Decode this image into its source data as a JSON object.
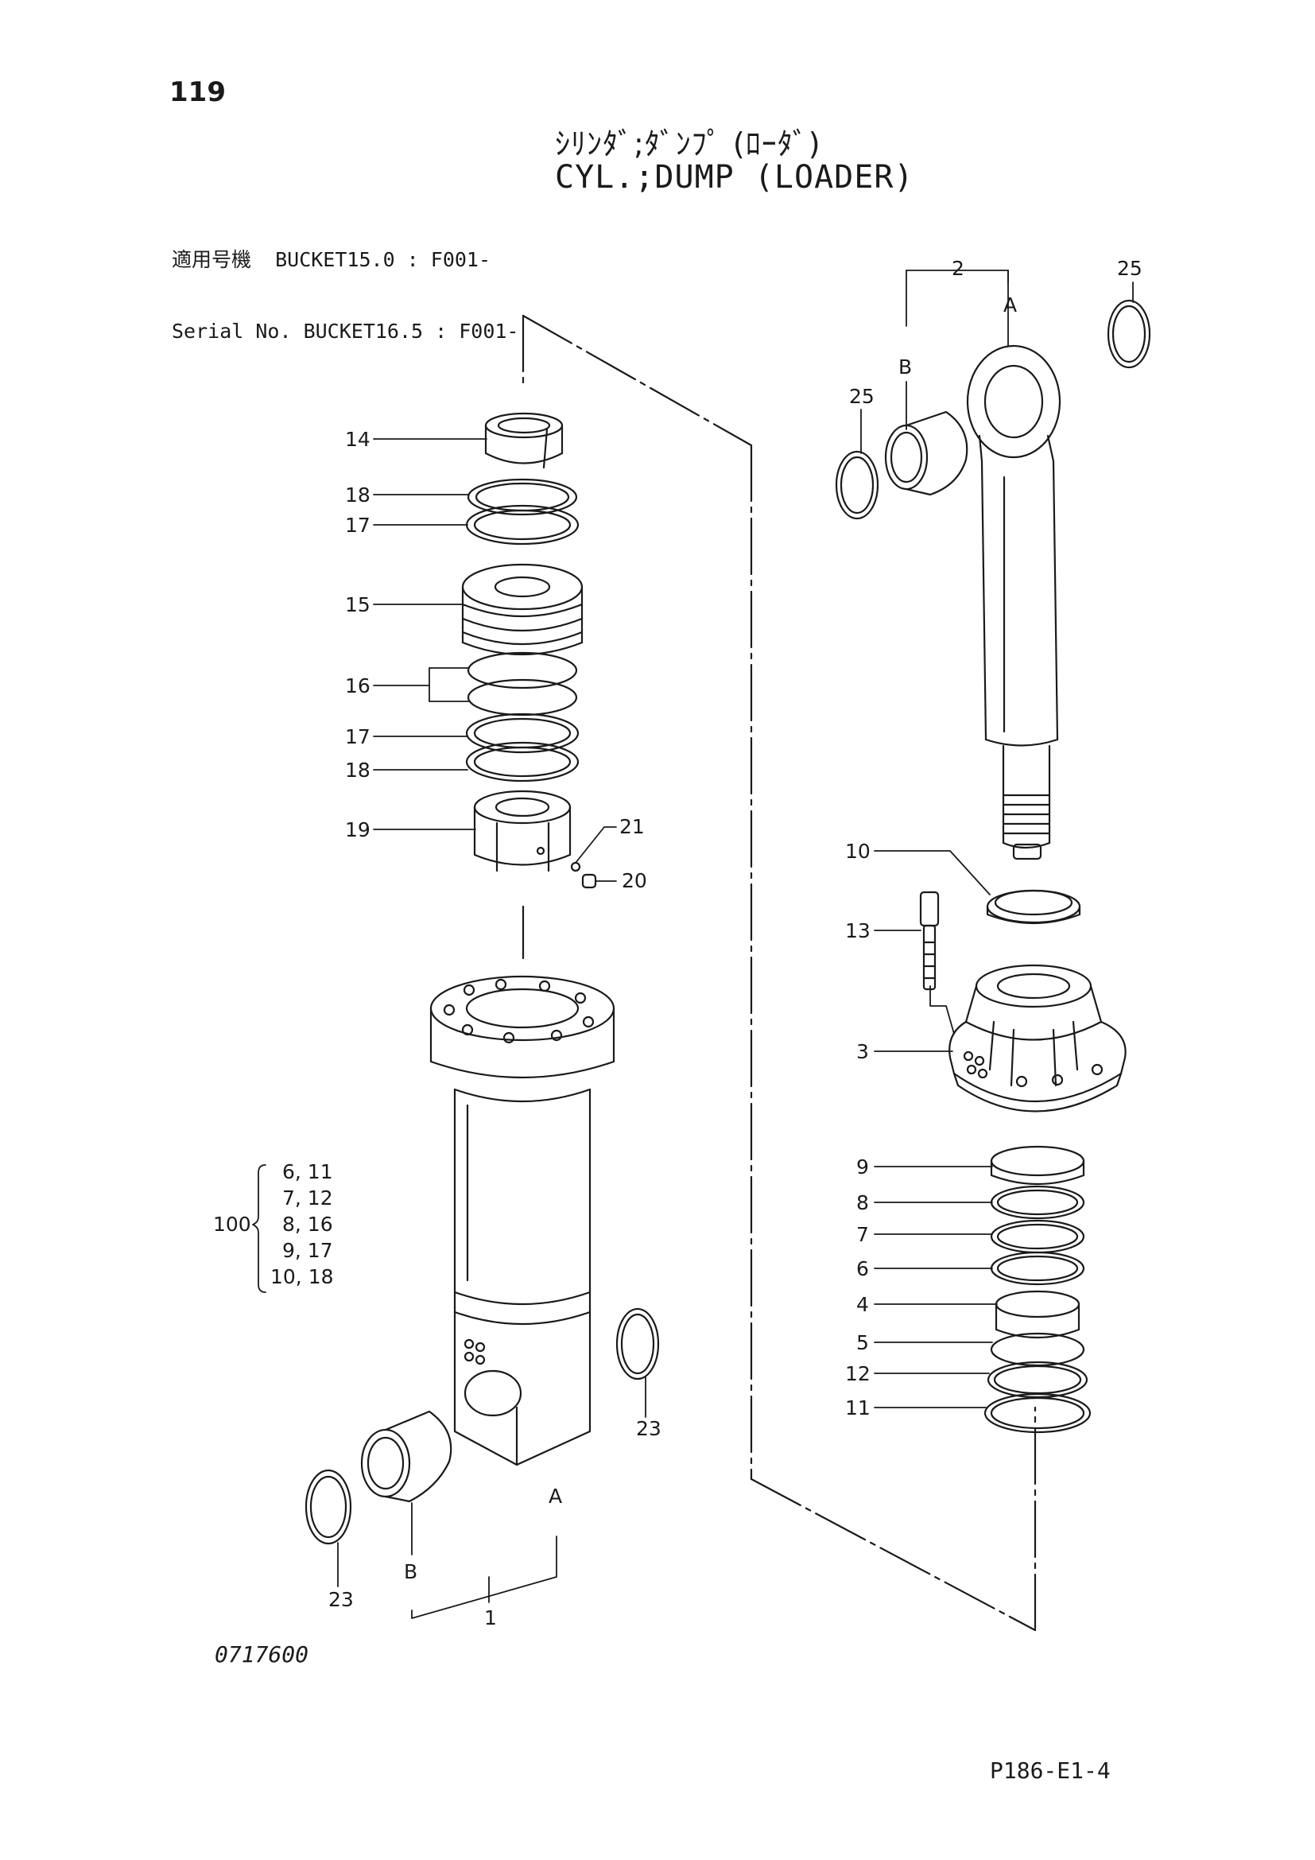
{
  "header": {
    "page_number": "119",
    "title_japanese": "ｼﾘﾝﾀﾞ;ﾀﾞﾝﾌﾟ (ﾛｰﾀﾞ)",
    "title_english": "CYL.;DUMP (LOADER)"
  },
  "serial": {
    "row1": "適用号機  BUCKET15.0 : F001-",
    "row2": "Serial No. BUCKET16.5 : F001-"
  },
  "callouts": {
    "c14": "14",
    "c18a": "18",
    "c17a": "17",
    "c15": "15",
    "c16": "16",
    "c17b": "17",
    "c18b": "18",
    "c19": "19",
    "c21": "21",
    "c20": "20",
    "c2": "2",
    "c25a": "25",
    "c25b": "25",
    "cA_top": "A",
    "cB_top": "B",
    "c10": "10",
    "c13": "13",
    "c3": "3",
    "c9": "9",
    "c8": "8",
    "c7": "7",
    "c6": "6",
    "c4": "4",
    "c5": "5",
    "c12": "12",
    "c11": "11",
    "c23a": "23",
    "c23b": "23",
    "cA_bot": "A",
    "cB_bot": "B",
    "c1": "1"
  },
  "kit": {
    "number": "100",
    "items": [
      "6, 11",
      "7, 12",
      "8, 16",
      "9, 17",
      "10, 18"
    ]
  },
  "footer": {
    "drawing_number": "0717600",
    "page_code": "P186-E1-4"
  }
}
